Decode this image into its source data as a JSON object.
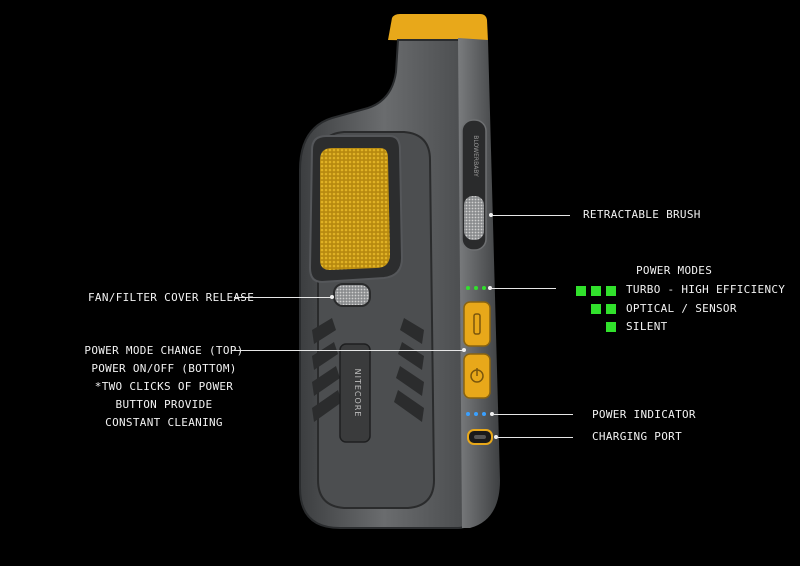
{
  "callouts": {
    "retractable_brush": "RETRACTABLE BRUSH",
    "fan_filter_cover_release": "FAN/FILTER COVER RELEASE",
    "power_mode_change": "POWER MODE CHANGE (TOP)",
    "power_on_off": "POWER ON/OFF (BOTTOM)",
    "two_clicks_line1": "*TWO CLICKS OF POWER",
    "two_clicks_line2": "BUTTON PROVIDE",
    "two_clicks_line3": "CONSTANT CLEANING",
    "power_indicator": "POWER INDICATOR",
    "charging_port": "CHARGING PORT"
  },
  "power_modes": {
    "title": "POWER MODES",
    "items": [
      {
        "label": "TURBO - HIGH EFFICIENCY",
        "level": 3
      },
      {
        "label": "OPTICAL / SENSOR",
        "level": 2
      },
      {
        "label": "SILENT",
        "level": 1
      }
    ]
  },
  "device": {
    "brand_text": "NITECORE",
    "side_text": "BLOWERBABY"
  },
  "colors": {
    "background": "#000000",
    "body": "#5a5c5e",
    "accent_yellow": "#e8a81a",
    "mode_green": "#31e12c",
    "indicator_blue": "#3aa0ff"
  }
}
